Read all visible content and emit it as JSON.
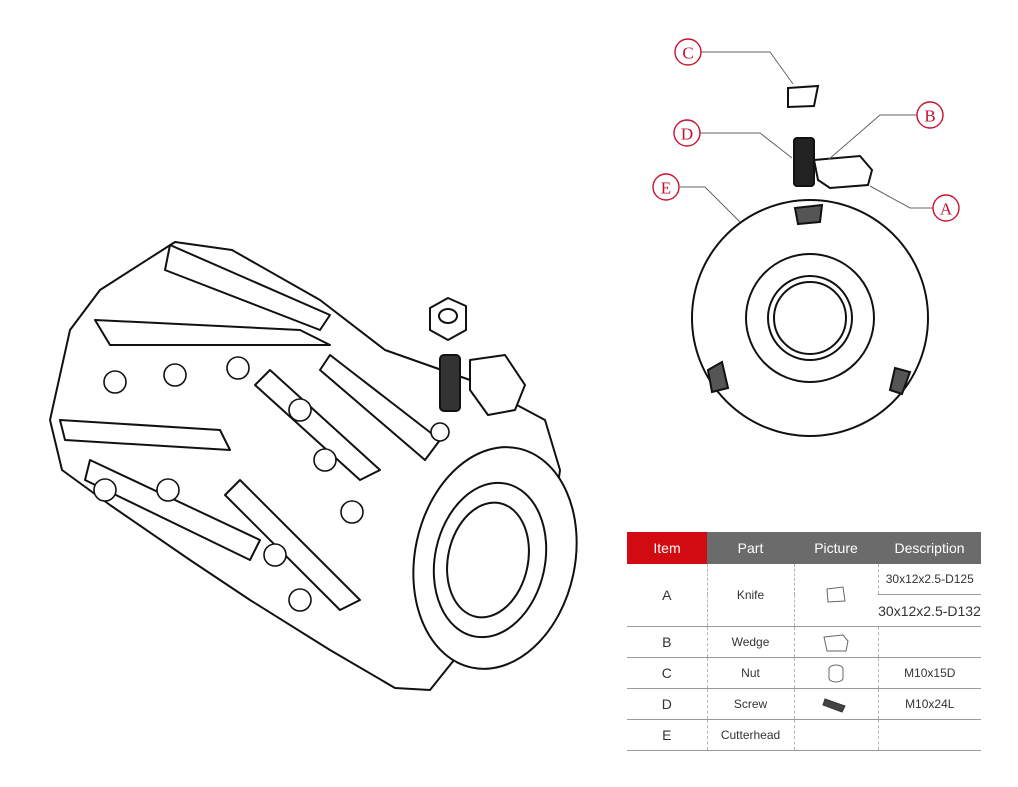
{
  "callouts": {
    "A": "A",
    "B": "B",
    "C": "C",
    "D": "D",
    "E": "E"
  },
  "table": {
    "headers": [
      "Item",
      "Part",
      "Picture",
      "Description"
    ],
    "rows": [
      {
        "item": "A",
        "part": "Knife",
        "picture": "knife-icon",
        "descriptions": [
          "30x12x2.5-D125",
          "30x12x2.5-D132"
        ]
      },
      {
        "item": "B",
        "part": "Wedge",
        "picture": "wedge-icon",
        "descriptions": [
          ""
        ]
      },
      {
        "item": "C",
        "part": "Nut",
        "picture": "nut-icon",
        "descriptions": [
          "M10x15D"
        ]
      },
      {
        "item": "D",
        "part": "Screw",
        "picture": "screw-icon",
        "descriptions": [
          "M10x24L"
        ]
      },
      {
        "item": "E",
        "part": "Cutterhead",
        "picture": "",
        "descriptions": [
          ""
        ]
      }
    ]
  },
  "colors": {
    "accent": "#d20a11",
    "header_gray": "#6b6b6b",
    "callout": "#c8102e"
  }
}
